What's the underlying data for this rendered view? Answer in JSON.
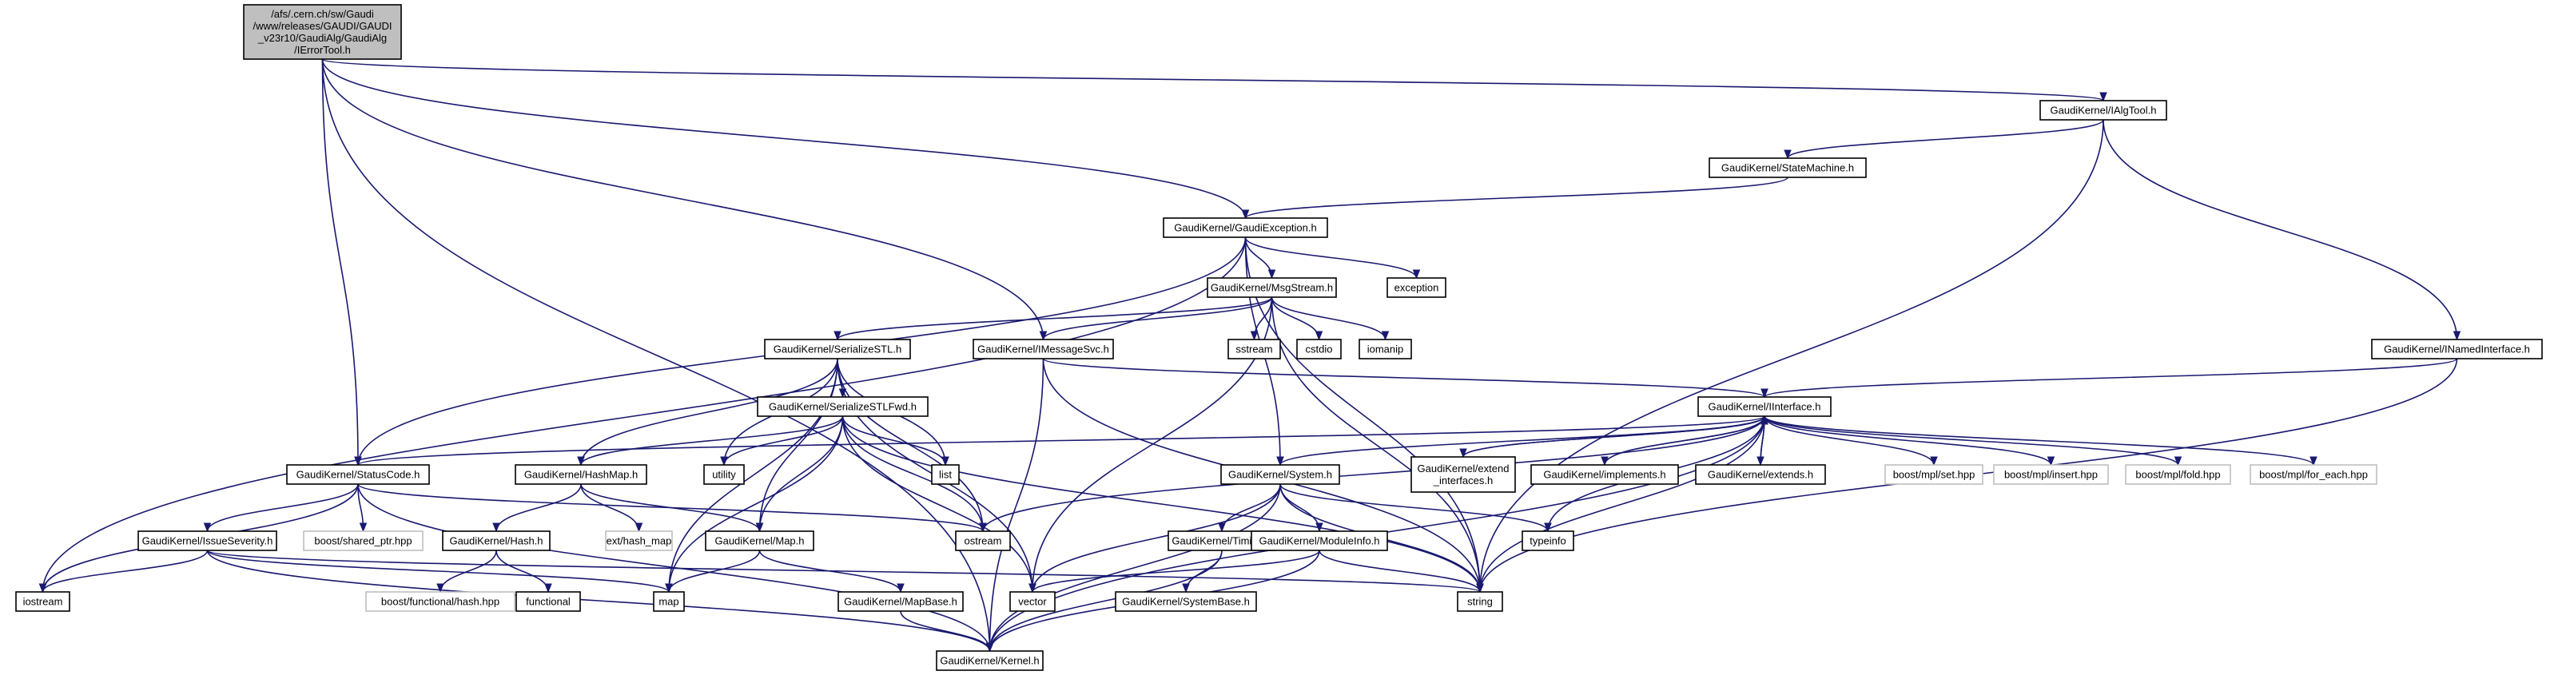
{
  "graph": {
    "root_lines": [
      "/afs/.cern.ch/sw/Gaudi",
      "/www/releases/GAUDI/GAUDI",
      "_v23r10/GaudiAlg/GaudiAlg",
      "/IErrorTool.h"
    ],
    "nodes": {
      "root": "/afs/.cern.ch/sw/Gaudi/www/releases/GAUDI/GAUDI_v23r10/GaudiAlg/GaudiAlg/IErrorTool.h",
      "ialgtool": "GaudiKernel/IAlgTool.h",
      "statemachine": "GaudiKernel/StateMachine.h",
      "gaudiexception": "GaudiKernel/GaudiException.h",
      "msgstream": "GaudiKernel/MsgStream.h",
      "exception": "exception",
      "serializestl": "GaudiKernel/SerializeSTL.h",
      "imessagesvc": "GaudiKernel/IMessageSvc.h",
      "sstream": "sstream",
      "cstdio": "cstdio",
      "iomanip": "iomanip",
      "inamedinterface": "GaudiKernel/INamedInterface.h",
      "serializestlfwd": "GaudiKernel/SerializeSTLFwd.h",
      "iinterface": "GaudiKernel/IInterface.h",
      "statuscode": "GaudiKernel/StatusCode.h",
      "hashmap": "GaudiKernel/HashMap.h",
      "utility": "utility",
      "list": "list",
      "system": "GaudiKernel/System.h",
      "extendinterfaces_1": "GaudiKernel/extend",
      "extendinterfaces_2": "_interfaces.h",
      "implements": "GaudiKernel/implements.h",
      "extends": "GaudiKernel/extends.h",
      "boost_set": "boost/mpl/set.hpp",
      "boost_insert": "boost/mpl/insert.hpp",
      "boost_fold": "boost/mpl/fold.hpp",
      "boost_foreach": "boost/mpl/for_each.hpp",
      "issueseverity": "GaudiKernel/IssueSeverity.h",
      "sharedptr": "boost/shared_ptr.hpp",
      "hash": "GaudiKernel/Hash.h",
      "exthashmap": "ext/hash_map",
      "gmap": "GaudiKernel/Map.h",
      "ostream": "ostream",
      "timing": "GaudiKernel/Timing.h",
      "moduleinfo": "GaudiKernel/ModuleInfo.h",
      "typeinfo": "typeinfo",
      "iostream": "iostream",
      "functionalhash": "boost/functional/hash.hpp",
      "functional": "functional",
      "map": "map",
      "mapbase": "GaudiKernel/MapBase.h",
      "vector": "vector",
      "systembase": "GaudiKernel/SystemBase.h",
      "string": "string",
      "kernel": "GaudiKernel/Kernel.h"
    }
  }
}
